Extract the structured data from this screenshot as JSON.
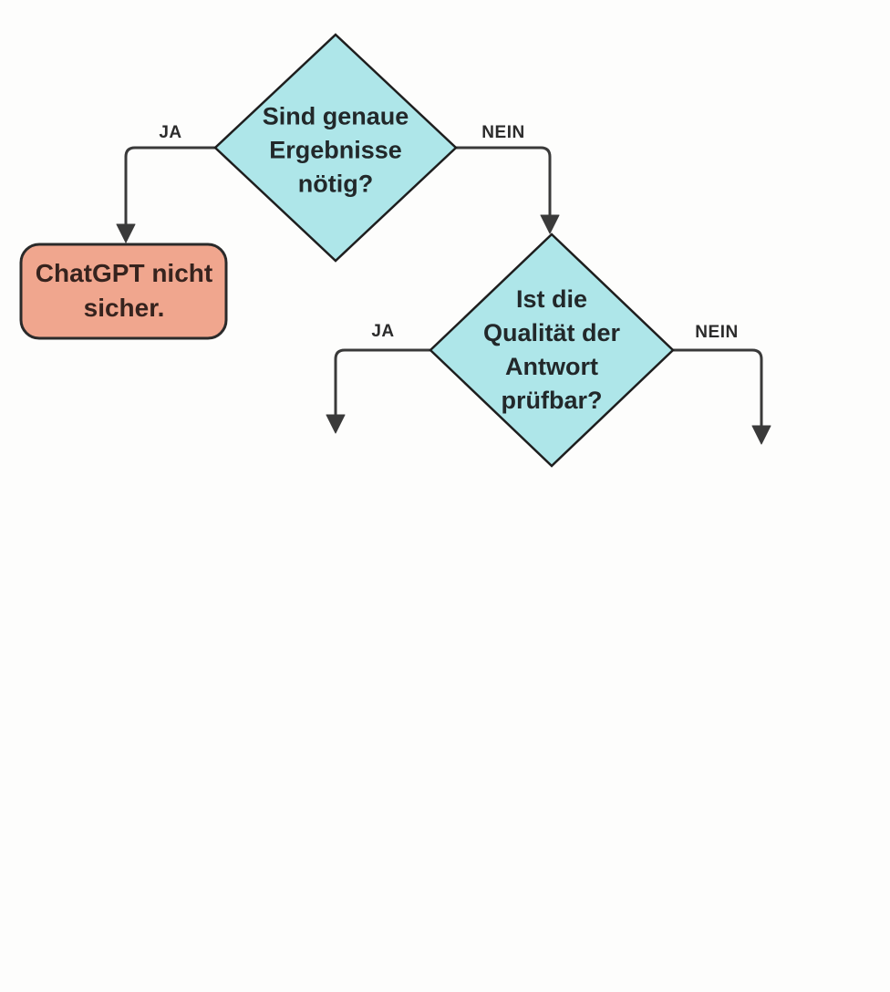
{
  "colors": {
    "diamond_fill": "#aee6e9",
    "diamond_border": "#1e1e1e",
    "box_fill": "#f0a68e",
    "box_border": "#2a2a2a",
    "arrow": "#3a3a3a",
    "node_text": "#22282a",
    "box_text": "#36231e",
    "label_text": "#2b2b2b",
    "background": "#fdfdfc"
  },
  "nodes": {
    "decision1": {
      "type": "decision",
      "text": "Sind genaue Ergebnisse nötig?",
      "lines": [
        "Sind genaue",
        "Ergebnisse",
        "nötig?"
      ]
    },
    "outcome_unsafe": {
      "type": "result",
      "text": "ChatGPT nicht sicher.",
      "lines": [
        "ChatGPT nicht",
        "sicher."
      ]
    },
    "decision2": {
      "type": "decision",
      "text": "Ist die Qualität der Antwort prüfbar?",
      "lines": [
        "Ist die",
        "Qualität der",
        "Antwort",
        "prüfbar?"
      ]
    }
  },
  "edges": {
    "d1_yes": {
      "label": "JA"
    },
    "d1_no": {
      "label": "NEIN"
    },
    "d2_yes": {
      "label": "JA"
    },
    "d2_no": {
      "label": "NEIN"
    }
  }
}
